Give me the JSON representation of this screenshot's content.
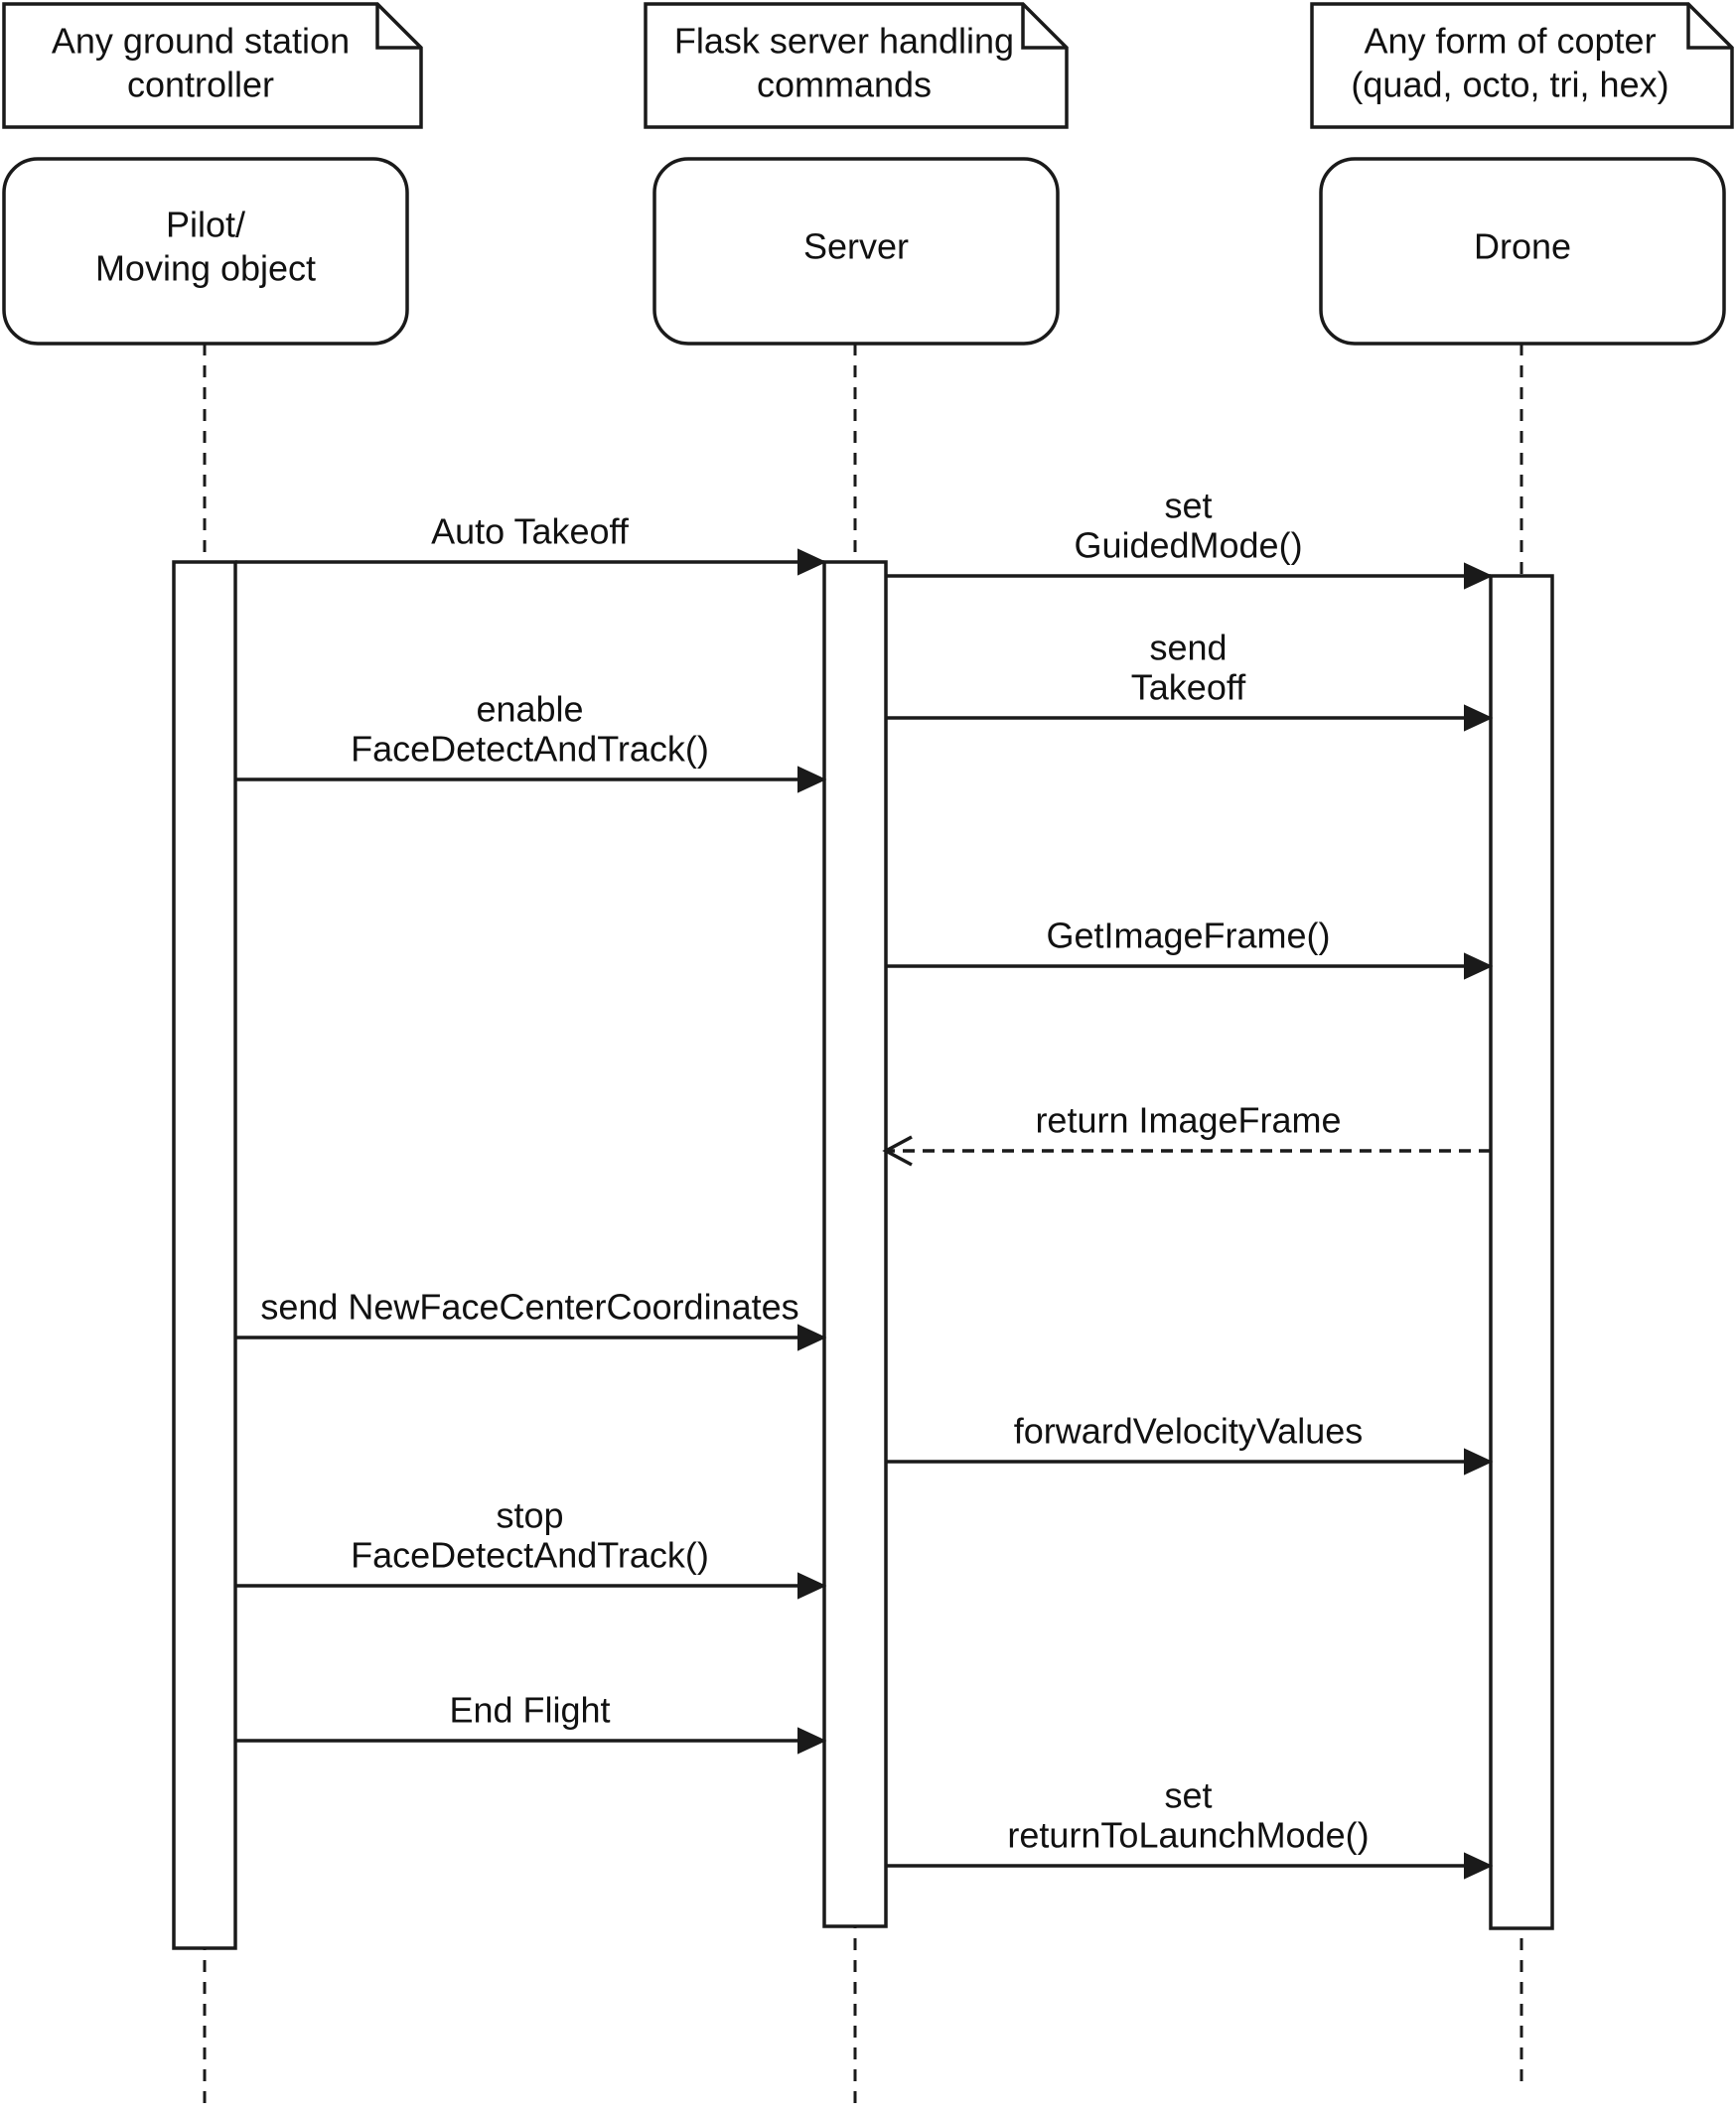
{
  "notes": [
    {
      "lines": [
        "Any ground station",
        "controller"
      ]
    },
    {
      "lines": [
        "Flask server handling",
        "commands"
      ]
    },
    {
      "lines": [
        "Any form of copter",
        "(quad, octo, tri, hex)"
      ]
    }
  ],
  "participants": [
    {
      "lines": [
        "Pilot/",
        "Moving object"
      ]
    },
    {
      "lines": [
        "Server"
      ]
    },
    {
      "lines": [
        "Drone"
      ]
    }
  ],
  "messages": [
    {
      "from": 0,
      "to": 1,
      "lines": [
        "Auto Takeoff"
      ],
      "style": "sync"
    },
    {
      "from": 1,
      "to": 2,
      "lines": [
        "set",
        "GuidedMode()"
      ],
      "style": "sync"
    },
    {
      "from": 1,
      "to": 2,
      "lines": [
        "send",
        "Takeoff"
      ],
      "style": "sync"
    },
    {
      "from": 0,
      "to": 1,
      "lines": [
        "enable",
        "FaceDetectAndTrack()"
      ],
      "style": "sync"
    },
    {
      "from": 1,
      "to": 2,
      "lines": [
        "GetImageFrame()"
      ],
      "style": "sync"
    },
    {
      "from": 2,
      "to": 1,
      "lines": [
        "return ImageFrame"
      ],
      "style": "reply"
    },
    {
      "from": 0,
      "to": 1,
      "lines": [
        "send NewFaceCenterCoordinates"
      ],
      "style": "sync"
    },
    {
      "from": 1,
      "to": 2,
      "lines": [
        "forwardVelocityValues"
      ],
      "style": "sync"
    },
    {
      "from": 0,
      "to": 1,
      "lines": [
        "stop",
        "FaceDetectAndTrack()"
      ],
      "style": "sync"
    },
    {
      "from": 0,
      "to": 1,
      "lines": [
        "End Flight"
      ],
      "style": "sync"
    },
    {
      "from": 1,
      "to": 2,
      "lines": [
        "set",
        "returnToLaunchMode()"
      ],
      "style": "sync"
    }
  ]
}
